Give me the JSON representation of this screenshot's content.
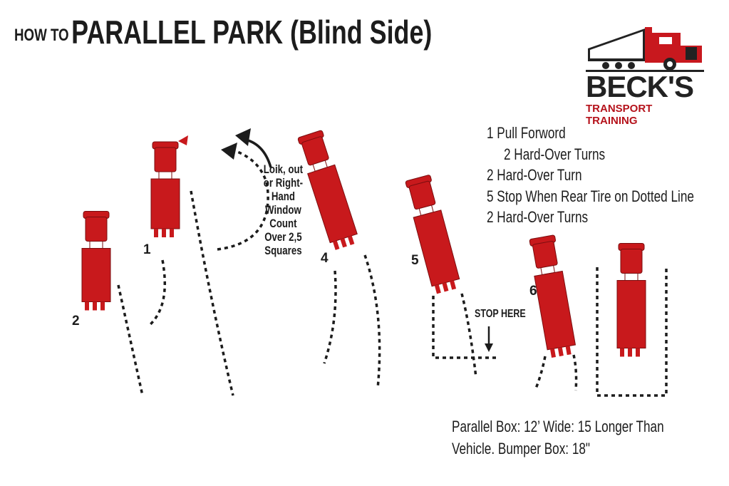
{
  "title": {
    "prefix": "HOW TO",
    "main": "PARALLEL PARK (Blind Side)"
  },
  "logo": {
    "name": "BECK'S",
    "tagline": "TRANSPORT TRAINING",
    "brand_red": "#c8181e"
  },
  "steps": [
    "1 Pull Forword",
    "2 Hard-Over Turns",
    "2 Hard-Over Turn",
    "5 Stop When Rear Tire on Dotted Line",
    "2 Hard-Over Turns"
  ],
  "note_lines": [
    "Loik, out",
    "or Right-",
    "Hand",
    "Window",
    "Count",
    "Over 2,5",
    "Squares"
  ],
  "positions": {
    "p1": "1",
    "p2": "2",
    "p4": "4",
    "p5": "5",
    "p6": "6"
  },
  "stop_label": "STOP HERE",
  "footer": [
    "Parallel Box: 12’ Wide: 15 Longer Than",
    "Vehicle. Bumper Box: 18\""
  ],
  "truck_color": "#c8191c"
}
